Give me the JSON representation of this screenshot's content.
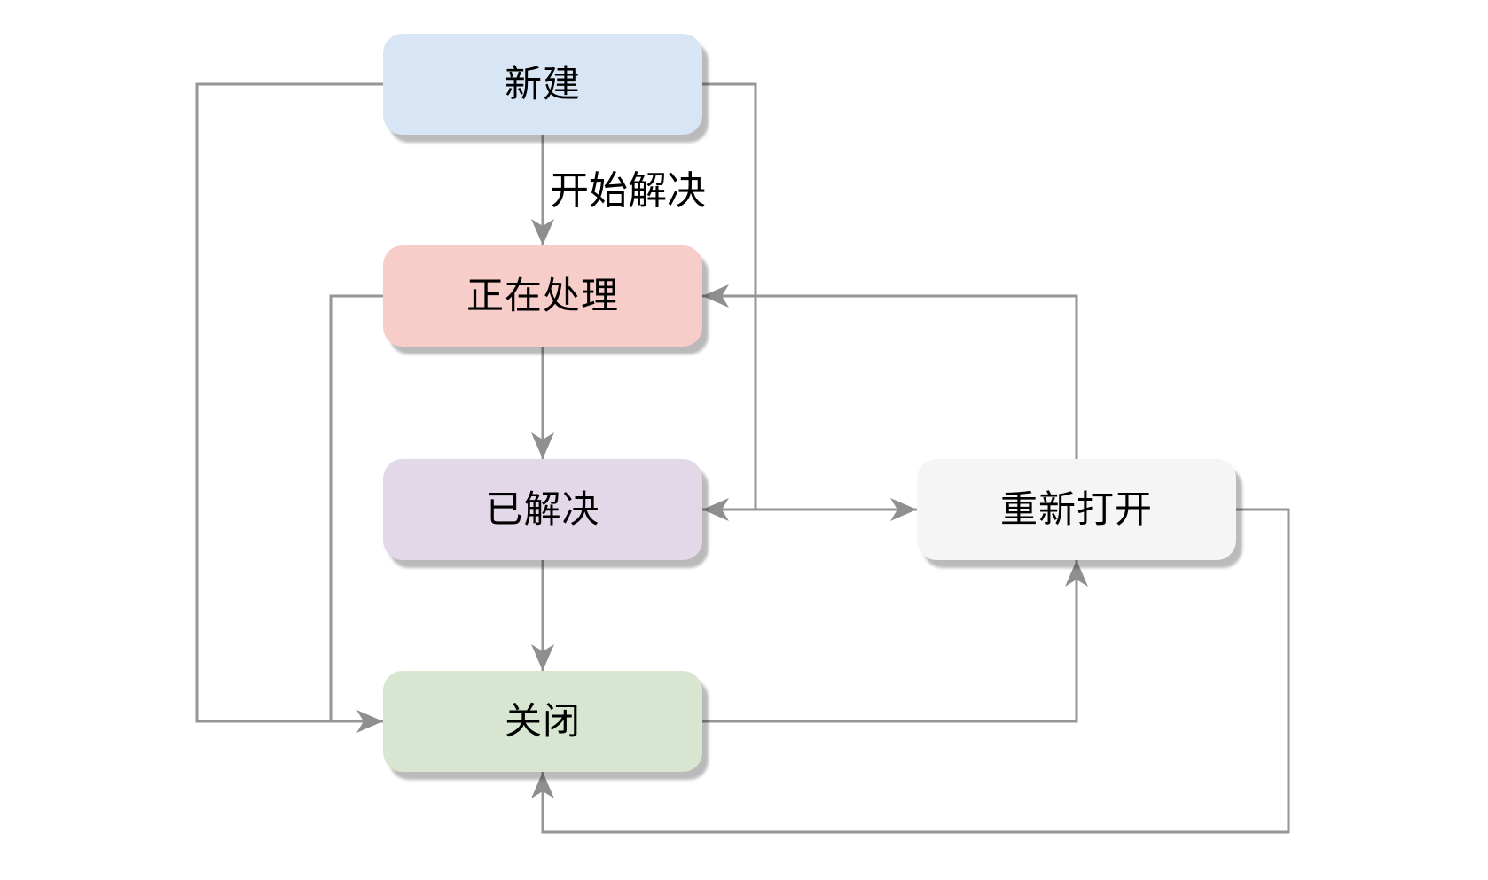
{
  "diagram": {
    "type": "flowchart",
    "background": "#ffffff",
    "nodes": [
      {
        "id": "new",
        "label": "新建",
        "fill": "#d8e5f4"
      },
      {
        "id": "in-progress",
        "label": "正在处理",
        "fill": "#f6cdc8"
      },
      {
        "id": "resolved",
        "label": "已解决",
        "fill": "#e3d8e8"
      },
      {
        "id": "closed",
        "label": "关闭",
        "fill": "#d8e6d1"
      },
      {
        "id": "reopened",
        "label": "重新打开",
        "fill": "#f5f5f5"
      }
    ],
    "edges": [
      {
        "from": "新建",
        "to": "正在处理",
        "label": "开始解决"
      },
      {
        "from": "正在处理",
        "to": "已解决"
      },
      {
        "from": "已解决",
        "to": "关闭"
      },
      {
        "from": "新建",
        "to": "关闭"
      },
      {
        "from": "正在处理",
        "to": "关闭"
      },
      {
        "from": "新建",
        "to": "已解决"
      },
      {
        "from": "已解决",
        "to": "重新打开"
      },
      {
        "from": "重新打开",
        "to": "正在处理"
      },
      {
        "from": "关闭",
        "to": "重新打开"
      },
      {
        "from": "重新打开",
        "to": "关闭"
      }
    ],
    "colors": {
      "line": "#969696",
      "arrow": "#8f8f8f",
      "text": "#000000"
    }
  }
}
